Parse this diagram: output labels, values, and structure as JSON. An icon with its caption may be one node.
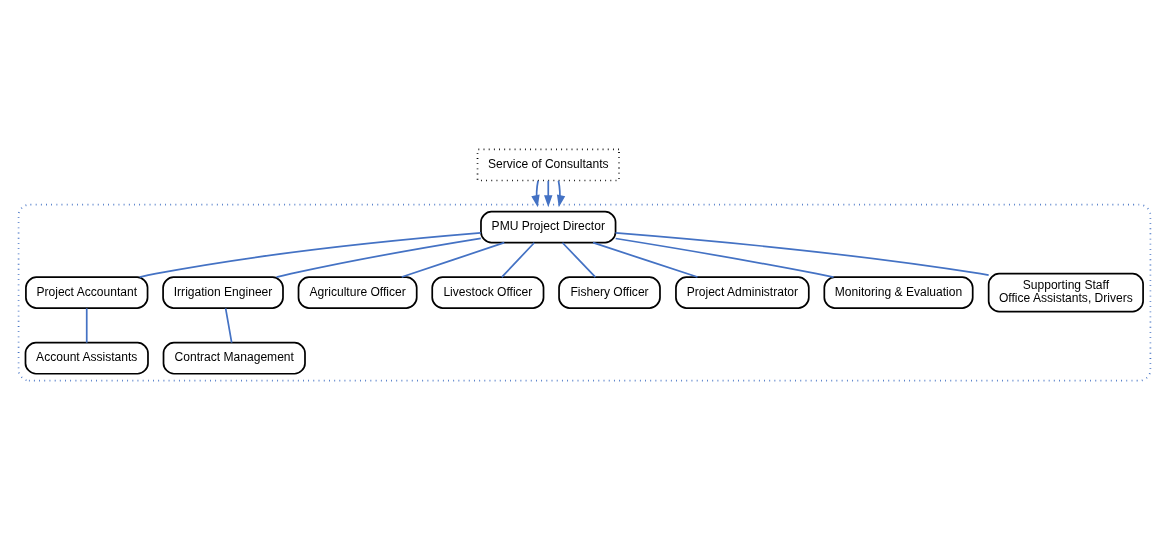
{
  "diagram": {
    "nodes": [
      {
        "text": [
          "Service of Consultants"
        ]
      },
      {
        "text": [],
        "shape": "box"
      },
      {
        "text": [
          "PMU Project Director"
        ],
        "in": 1
      },
      {
        "text": [
          "Project Accountant"
        ],
        "in": 1
      },
      {
        "text": [
          "Irrigation Engineer"
        ],
        "in": 1
      },
      {
        "text": [
          "Agriculture Officer"
        ],
        "in": 1
      },
      {
        "text": [
          "Livestock Officer"
        ],
        "in": 1
      },
      {
        "text": [
          "Fishery Officer"
        ],
        "in": 1
      },
      {
        "text": [
          "Project Administrator"
        ],
        "in": 1
      },
      {
        "text": [
          "Account Assistants"
        ],
        "in": 1
      },
      {
        "text": [
          "Contract Management"
        ],
        "in": 1
      },
      {
        "text": [
          "Monitoring & Evaluation"
        ],
        "in": 1
      },
      {
        "text": [
          "Supporting Staff",
          "Office Assistants, Drivers"
        ],
        "in": 1
      }
    ],
    "edges": [
      {
        "from": 0,
        "to": 1,
        "arrow": "to"
      },
      {
        "from": 0,
        "to": 1,
        "arrow": "to"
      },
      {
        "from": 0,
        "to": 1,
        "arrow": "to"
      },
      {
        "from": 2,
        "to": 3,
        "arrow": "none"
      },
      {
        "from": 2,
        "to": 4,
        "arrow": "none"
      },
      {
        "from": 2,
        "to": 5,
        "arrow": "none"
      },
      {
        "from": 2,
        "to": 6,
        "arrow": "none"
      },
      {
        "from": 2,
        "to": 7,
        "arrow": "none"
      },
      {
        "from": 2,
        "to": 8,
        "arrow": "none"
      },
      {
        "from": 2,
        "to": 11,
        "arrow": "none"
      },
      {
        "from": 2,
        "to": 12,
        "arrow": "none"
      },
      {
        "from": 3,
        "to": 9,
        "arrow": "none"
      },
      {
        "from": 4,
        "to": 10,
        "arrow": "none"
      }
    ]
  }
}
